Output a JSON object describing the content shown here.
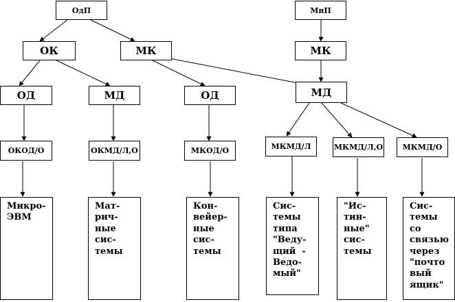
{
  "colors": {
    "stroke": "#000000",
    "background": "#ffffff"
  },
  "nodes": {
    "odp": "ОдП",
    "mnp": "МнП",
    "ok": "ОК",
    "mk_left": "МК",
    "mk_right": "МК",
    "od_left": "ОД",
    "md_left": "МД",
    "od_mid": "ОД",
    "md_right": "МД",
    "okod": "ОКОД/О",
    "okmd": "ОКМД/Л,О",
    "mkod": "МКОД/О",
    "mkmd_l": "МКМД/Л",
    "mkmd_lo": "МКМД/Л,О",
    "mkmd_o": "МКМД/О"
  },
  "leaves": {
    "micro": "Микро-\nЭВМ",
    "matrix": "Мат-\nрич-\nные\nсис-\nтемы",
    "conveyor": "Кон-\nвейер-\nные\nсис-\nтемы",
    "master_slave": "Сис-\nтемы\nтипа\n\"Веду-\nщий  -\nВедо-\nмый\"",
    "true_systems": "\"Ис-\nтин-\nные\"\nсис-\nтемы",
    "mailbox": "Сис-\nтемы\nсо\nсвязью\nчерез\n\"почто\nвый\nящик\""
  }
}
